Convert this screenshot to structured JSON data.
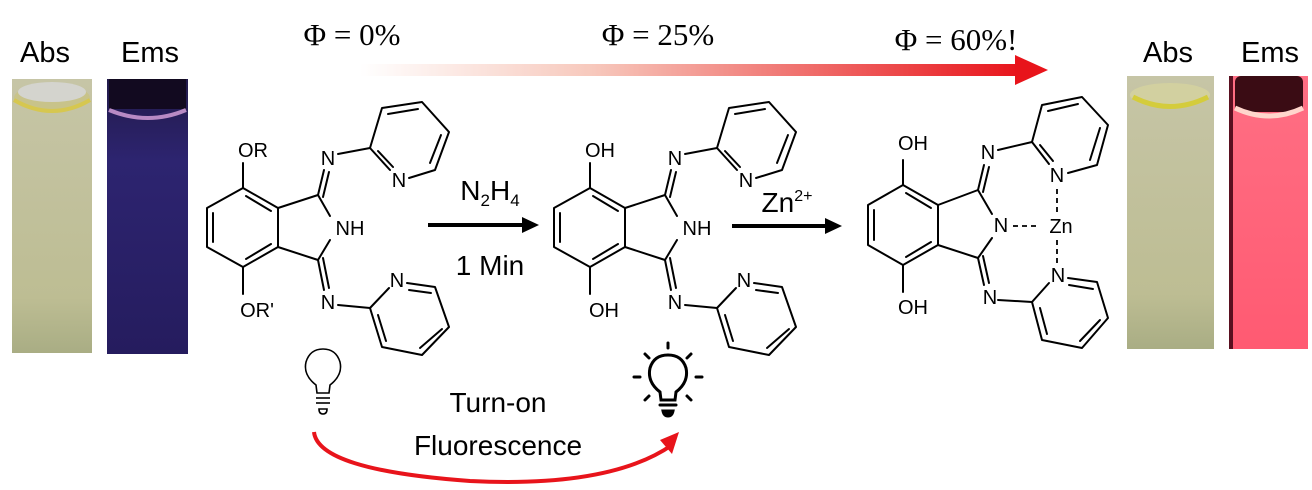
{
  "quantum_yields": [
    "Φ = 0%",
    "Φ = 25%",
    "Φ = 60%!"
  ],
  "left_vials": {
    "abs_label": "Abs",
    "ems_label": "Ems"
  },
  "right_vials": {
    "abs_label": "Abs",
    "ems_label": "Ems"
  },
  "step1": {
    "reagent_main": "N",
    "reagent_sub1": "2",
    "reagent_h": "H",
    "reagent_sub2": "4",
    "time": "1 Min"
  },
  "step2": {
    "reagent": "Zn",
    "charge": "2+"
  },
  "molecule1": {
    "sub_top": "OR",
    "sub_bottom": "OR'",
    "nh": "NH",
    "n": "N"
  },
  "molecule2": {
    "sub_top": "OH",
    "sub_bottom": "OH",
    "nh": "NH",
    "n": "N"
  },
  "molecule3": {
    "sub_top": "OH",
    "sub_bottom": "OH",
    "n": "N",
    "metal": "Zn"
  },
  "caption": {
    "line1": "Turn-on",
    "line2": "Fluorescence"
  },
  "colors": {
    "arrow_red": "#e8141b",
    "abs_solution": "#b9b98f",
    "ems_off": "#2a2270",
    "ems_on": "#ff5a78"
  }
}
